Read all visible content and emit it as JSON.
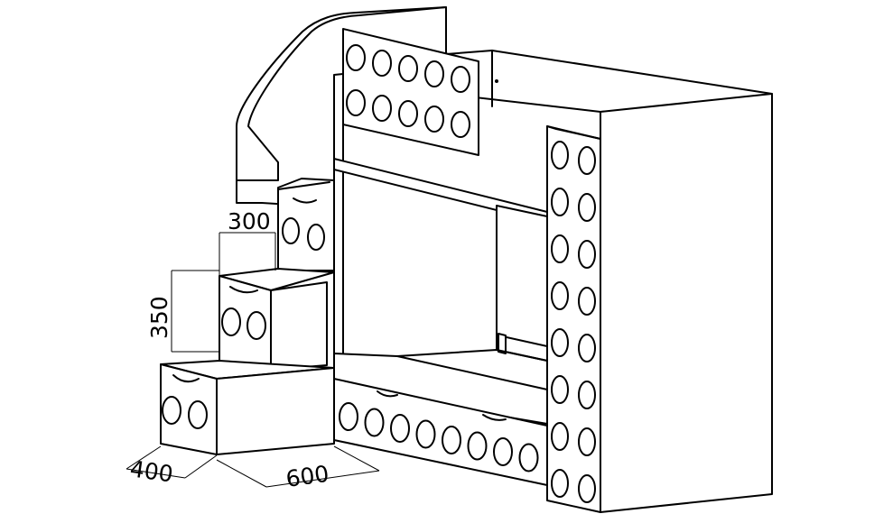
{
  "dimensions": {
    "step_width": "300",
    "step_height": "350",
    "stair_depth": "400",
    "stair_length": "600"
  },
  "colors": {
    "line": "#000000",
    "background": "#ffffff"
  }
}
